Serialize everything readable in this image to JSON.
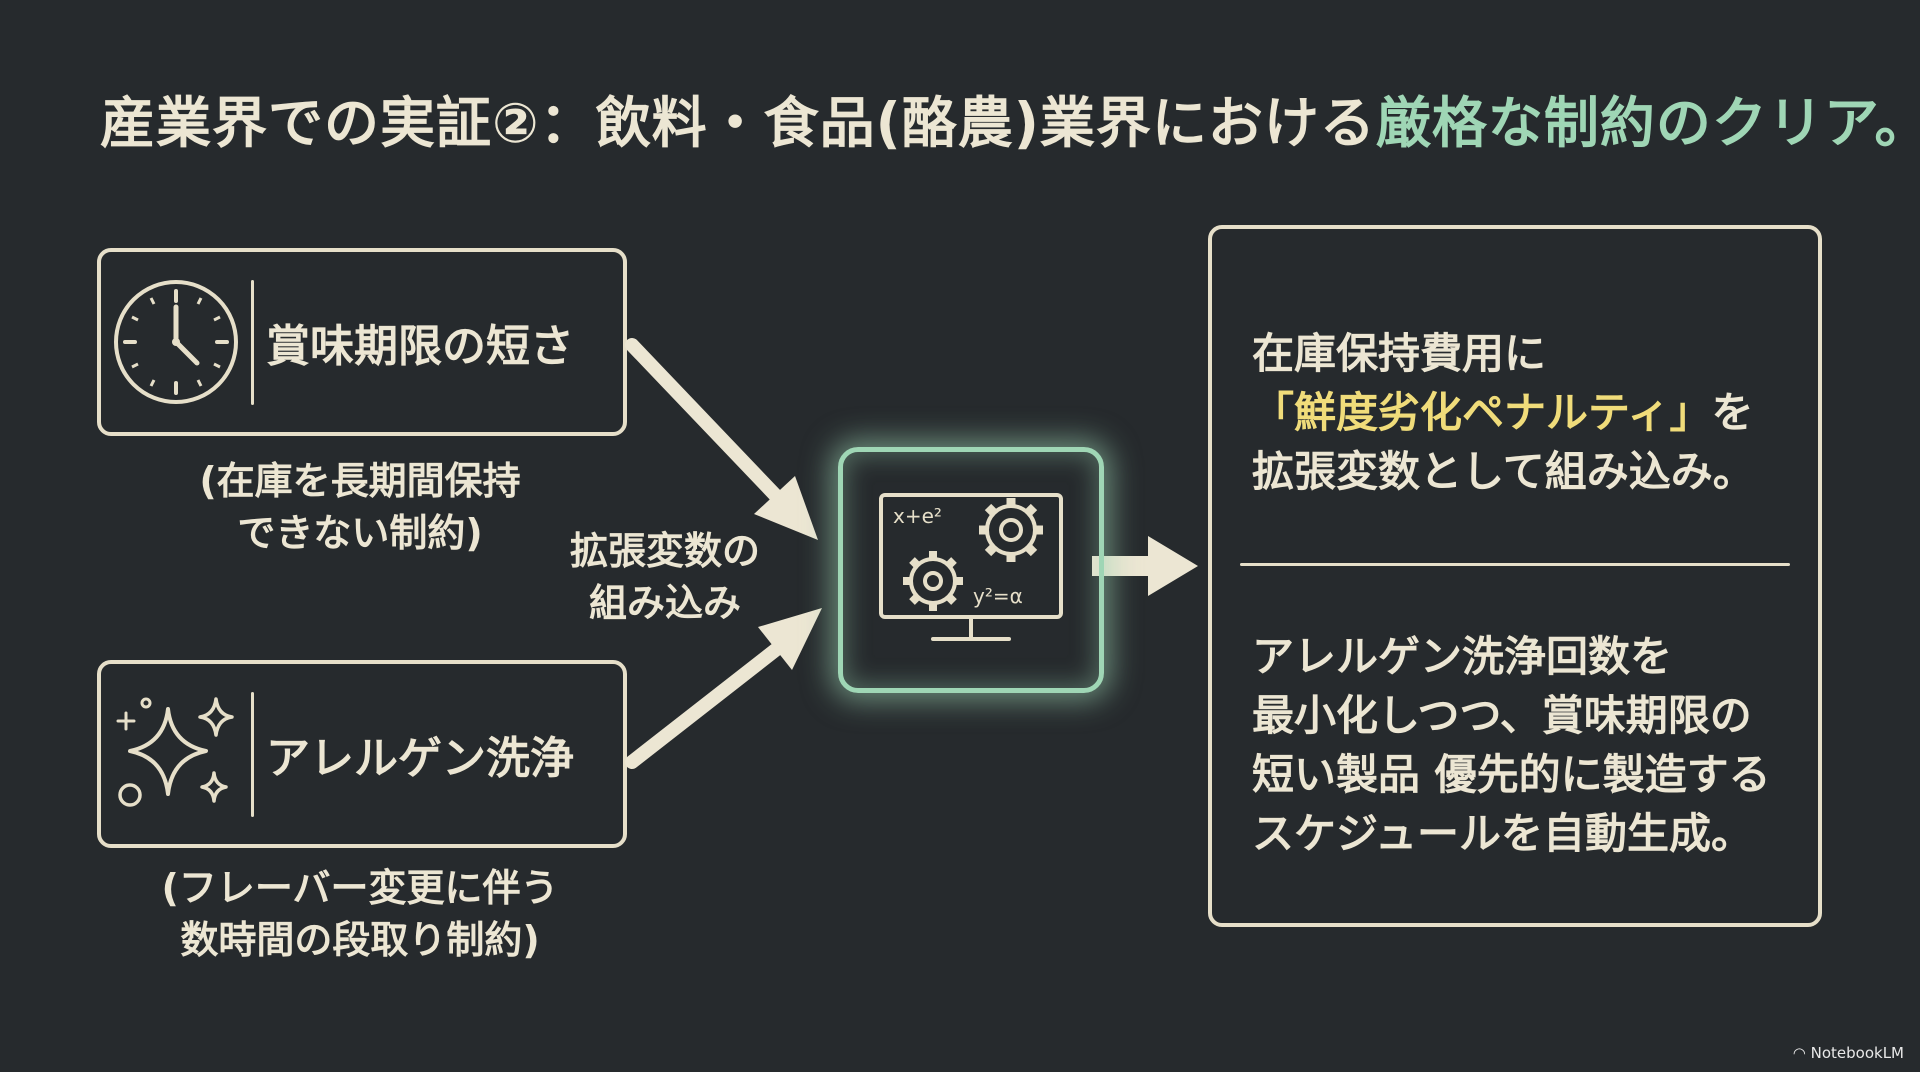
{
  "title": {
    "main": "産業界での実証②：飲料・食品(酪農)業界における",
    "accent": "厳格な制約のクリア。"
  },
  "constraints": [
    {
      "label": "賞味期限の短さ",
      "icon": "clock-icon",
      "note_line1": "(在庫を長期間保持",
      "note_line2": "できない制約)"
    },
    {
      "label": "アレルゲン洗浄",
      "icon": "sparkle-icon",
      "note_line1": "(フレーバー変更に伴う",
      "note_line2": "数時間の段取り制約)"
    }
  ],
  "center_label": {
    "line1": "拡張変数の",
    "line2": "組み込み"
  },
  "engine": {
    "icon": "gear-formula-icon",
    "formula1": "x+e²",
    "formula2": "y²=α"
  },
  "results": {
    "r1_line1": "在庫保持費用に",
    "r1_highlight": "「鮮度劣化ペナルティ」",
    "r1_line2_suffix": "を",
    "r1_line3": "拡張変数として組み込み。",
    "r2_line1": "アレルゲン洗浄回数を",
    "r2_line2": "最小化しつつ、賞味期限の",
    "r2_line3": "短い製品 優先的に製造する",
    "r2_line4": "スケジュールを自動生成。"
  },
  "colors": {
    "background": "#262a2d",
    "chalk": "#ece6d3",
    "accent_green": "#9fd6b5",
    "highlight_yellow": "#f0dc7a"
  },
  "watermark": "NotebookLM"
}
